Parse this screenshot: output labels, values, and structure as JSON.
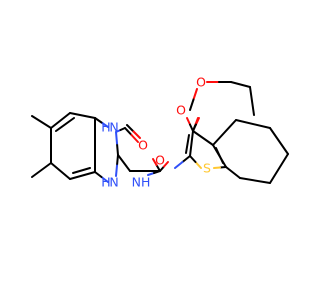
{
  "molecule": {
    "atoms": {
      "o_ester_carbonyl": "O",
      "o_ester_ether": "O",
      "o_amide": "O",
      "o_lactam": "O",
      "s_thiophene": "S",
      "nh_amide": "NH",
      "nh_lactam": "H",
      "n_lactam": "N",
      "nh_amine_h": "H",
      "nh_amine_n": "N"
    },
    "colors": {
      "bond": "#000000",
      "oxygen": "#ff0d0d",
      "nitrogen": "#3050f8",
      "sulfur": "#ffc832"
    }
  }
}
